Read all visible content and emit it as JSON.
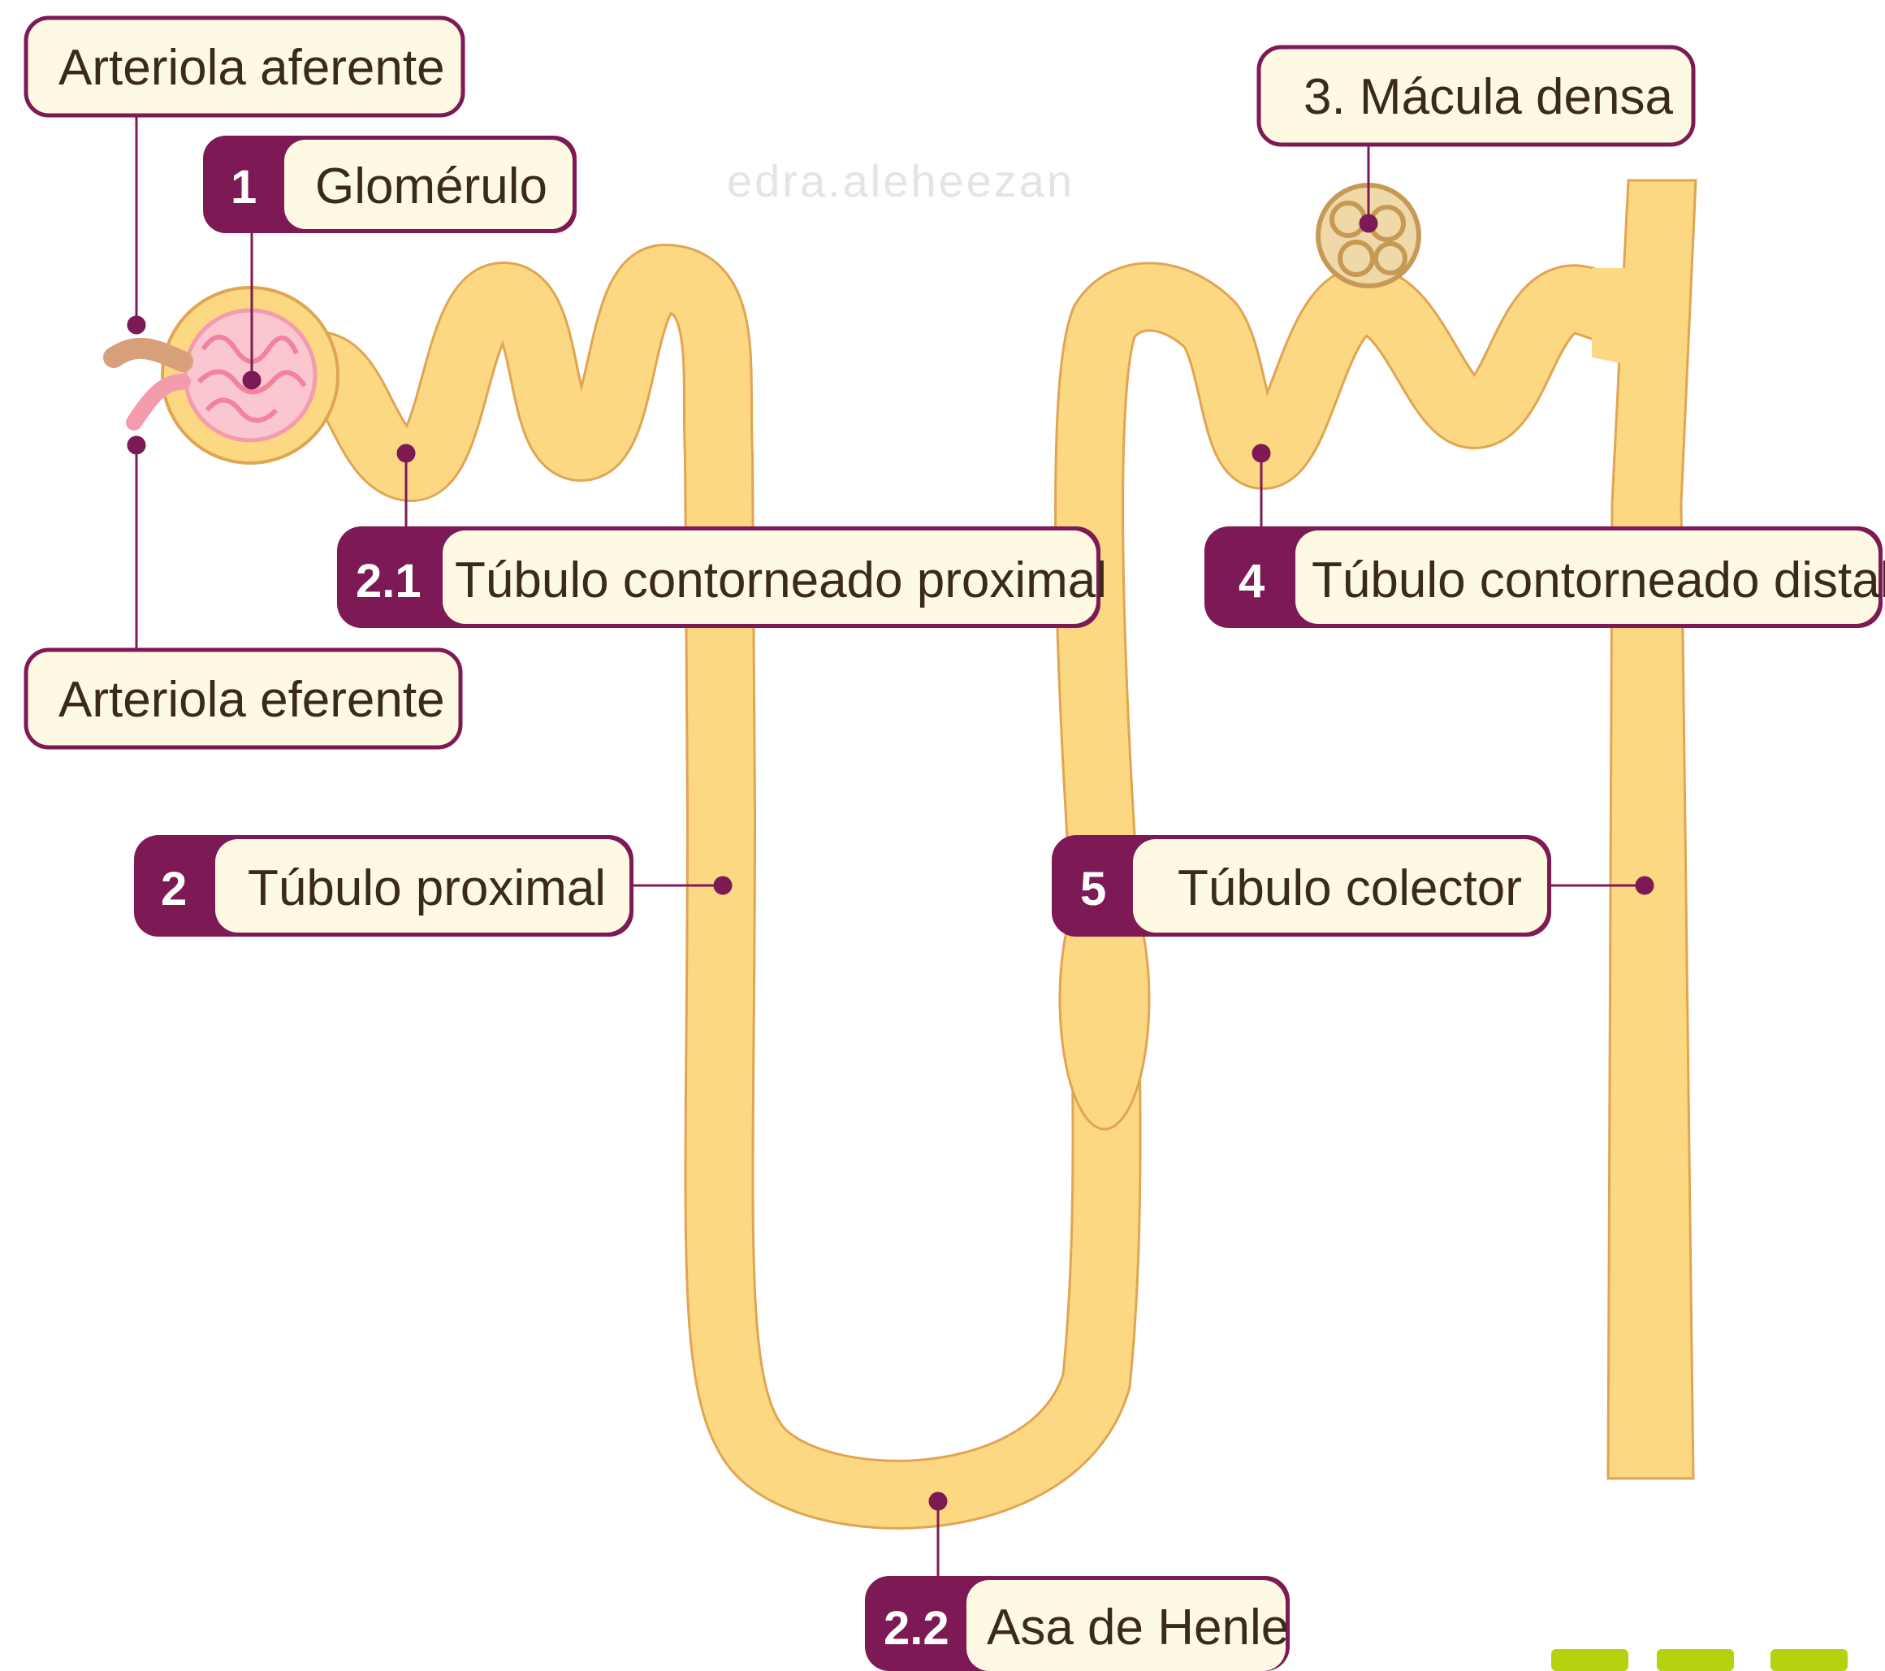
{
  "colors": {
    "tube_fill": "#fdd883",
    "tube_outline": "#e0a552",
    "label_border": "#7d1a55",
    "label_fill": "#fdf9e3",
    "number_badge": "#7d1a55",
    "leader_line": "#7d1a55",
    "glomerulus": "#f49cad",
    "arteriole": "#d8a07a",
    "corner_accent": "#b6d20e"
  },
  "watermark": "edra.aleheezan",
  "labels": {
    "arteriola_aferente": "Arteriola aferente",
    "arteriola_eferente": "Arteriola eferente",
    "glomerulo": {
      "number": "1",
      "text": "Glomérulo"
    },
    "tubulo_proximal": {
      "number": "2",
      "text": "Túbulo proximal"
    },
    "tubulo_contorneado_proximal": {
      "number": "2.1",
      "text": "Túbulo contorneado proximal"
    },
    "asa_de_henle": {
      "number": "2.2",
      "text": "Asa de Henle"
    },
    "macula_densa": "3. Mácula densa",
    "tubulo_contorneado_distal": {
      "number": "4",
      "text": "Túbulo contorneado distal"
    },
    "tubulo_colector": {
      "number": "5",
      "text": "Túbulo colector"
    }
  }
}
